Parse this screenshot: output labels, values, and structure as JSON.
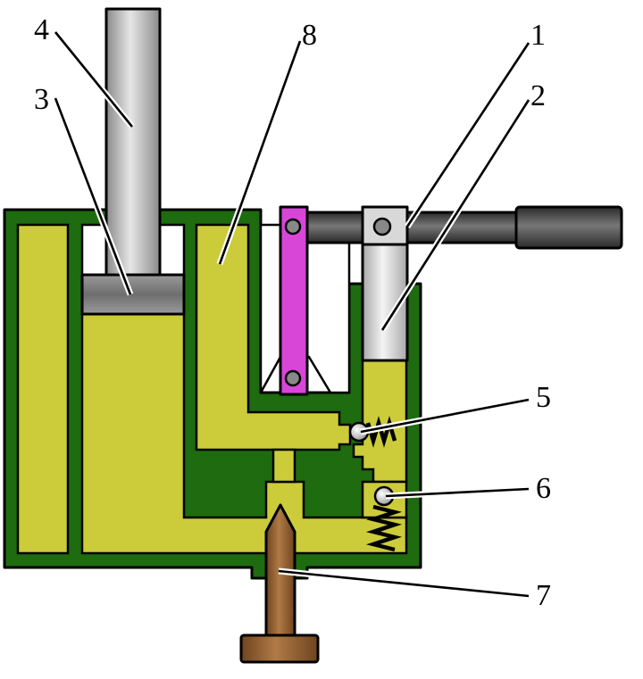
{
  "diagram": {
    "callouts": [
      {
        "id": "1",
        "label": "1"
      },
      {
        "id": "2",
        "label": "2"
      },
      {
        "id": "3",
        "label": "3"
      },
      {
        "id": "4",
        "label": "4"
      },
      {
        "id": "5",
        "label": "5"
      },
      {
        "id": "6",
        "label": "6"
      },
      {
        "id": "7",
        "label": "7"
      },
      {
        "id": "8",
        "label": "8"
      }
    ],
    "colors": {
      "body_wall": "#1e6b10",
      "fluid": "#cccc3a",
      "lever_pink": "#d846d8",
      "handle": "#4a4a4a",
      "piston_rod": "#b8b8b8",
      "piston_head": "#808080",
      "pump_plunger": "#d6d6d6",
      "valve_needle": "#8b5a2b"
    },
    "icons": [
      "check-valve-ball-icon",
      "spring-icon"
    ]
  }
}
